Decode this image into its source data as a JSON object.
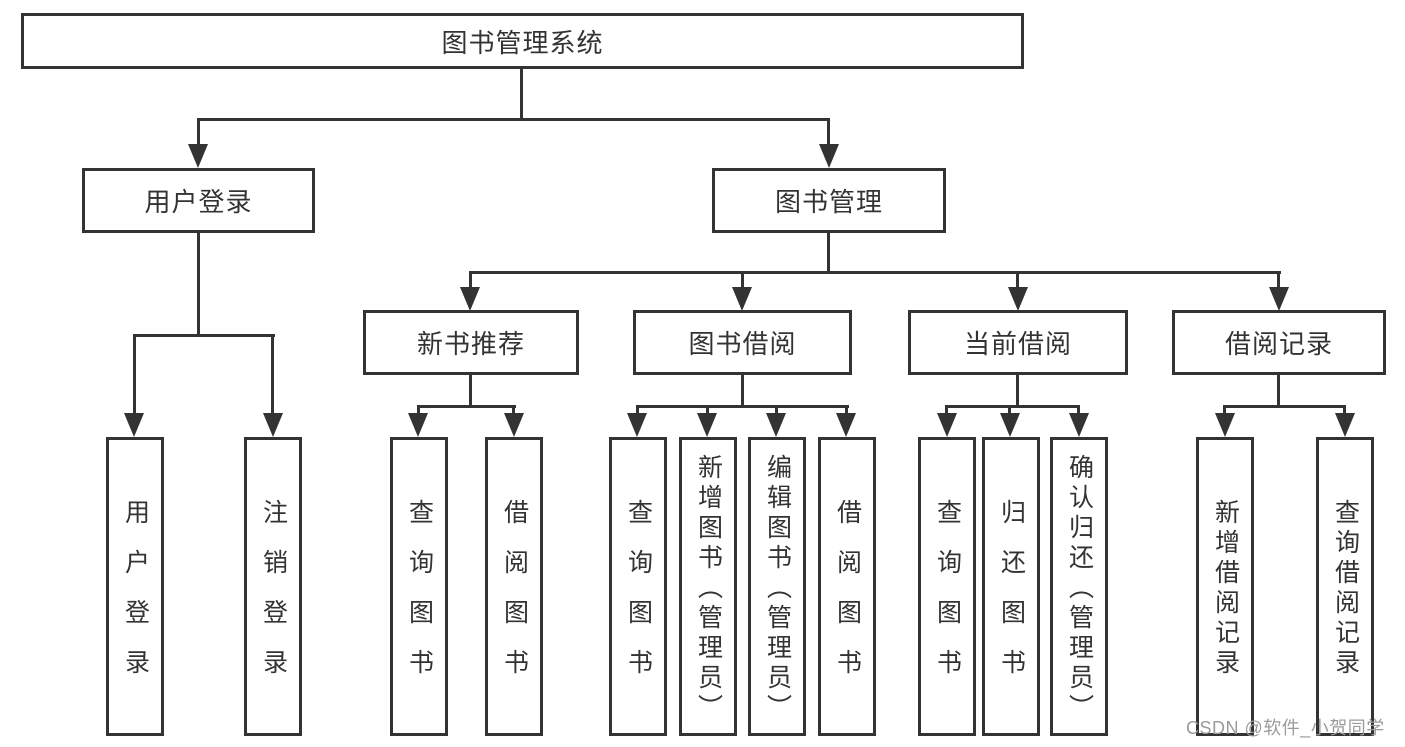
{
  "diagram": {
    "root": {
      "label": "图书管理系统"
    },
    "level2": {
      "user_login": {
        "label": "用户登录"
      },
      "book_management": {
        "label": "图书管理"
      }
    },
    "level3": {
      "new_book_recommend": {
        "label": "新书推荐"
      },
      "book_borrowing": {
        "label": "图书借阅"
      },
      "current_borrowing": {
        "label": "当前借阅"
      },
      "borrowing_records": {
        "label": "借阅记录"
      }
    },
    "leaves": {
      "user_login": {
        "label": "用户登录"
      },
      "logout": {
        "label": "注销登录"
      },
      "nbr_query_books": {
        "label": "查询图书"
      },
      "nbr_borrow_books": {
        "label": "借阅图书"
      },
      "bb_query_books": {
        "label": "查询图书"
      },
      "bb_add_books": {
        "label": "新增图书（管理员）"
      },
      "bb_edit_books": {
        "label": "编辑图书（管理员）"
      },
      "bb_borrow_books": {
        "label": "借阅图书"
      },
      "cb_query_books": {
        "label": "查询图书"
      },
      "cb_return_books": {
        "label": "归还图书"
      },
      "cb_confirm_return": {
        "label": "确认归还（管理员）"
      },
      "br_add_record": {
        "label": "新增借阅记录"
      },
      "br_query_record": {
        "label": "查询借阅记录"
      }
    }
  },
  "watermark": {
    "text": "CSDN @软件_小贺同学"
  },
  "colors": {
    "line": "#333333",
    "text": "#333333",
    "background": "#ffffff",
    "watermark_text": "#9b9b9b"
  }
}
